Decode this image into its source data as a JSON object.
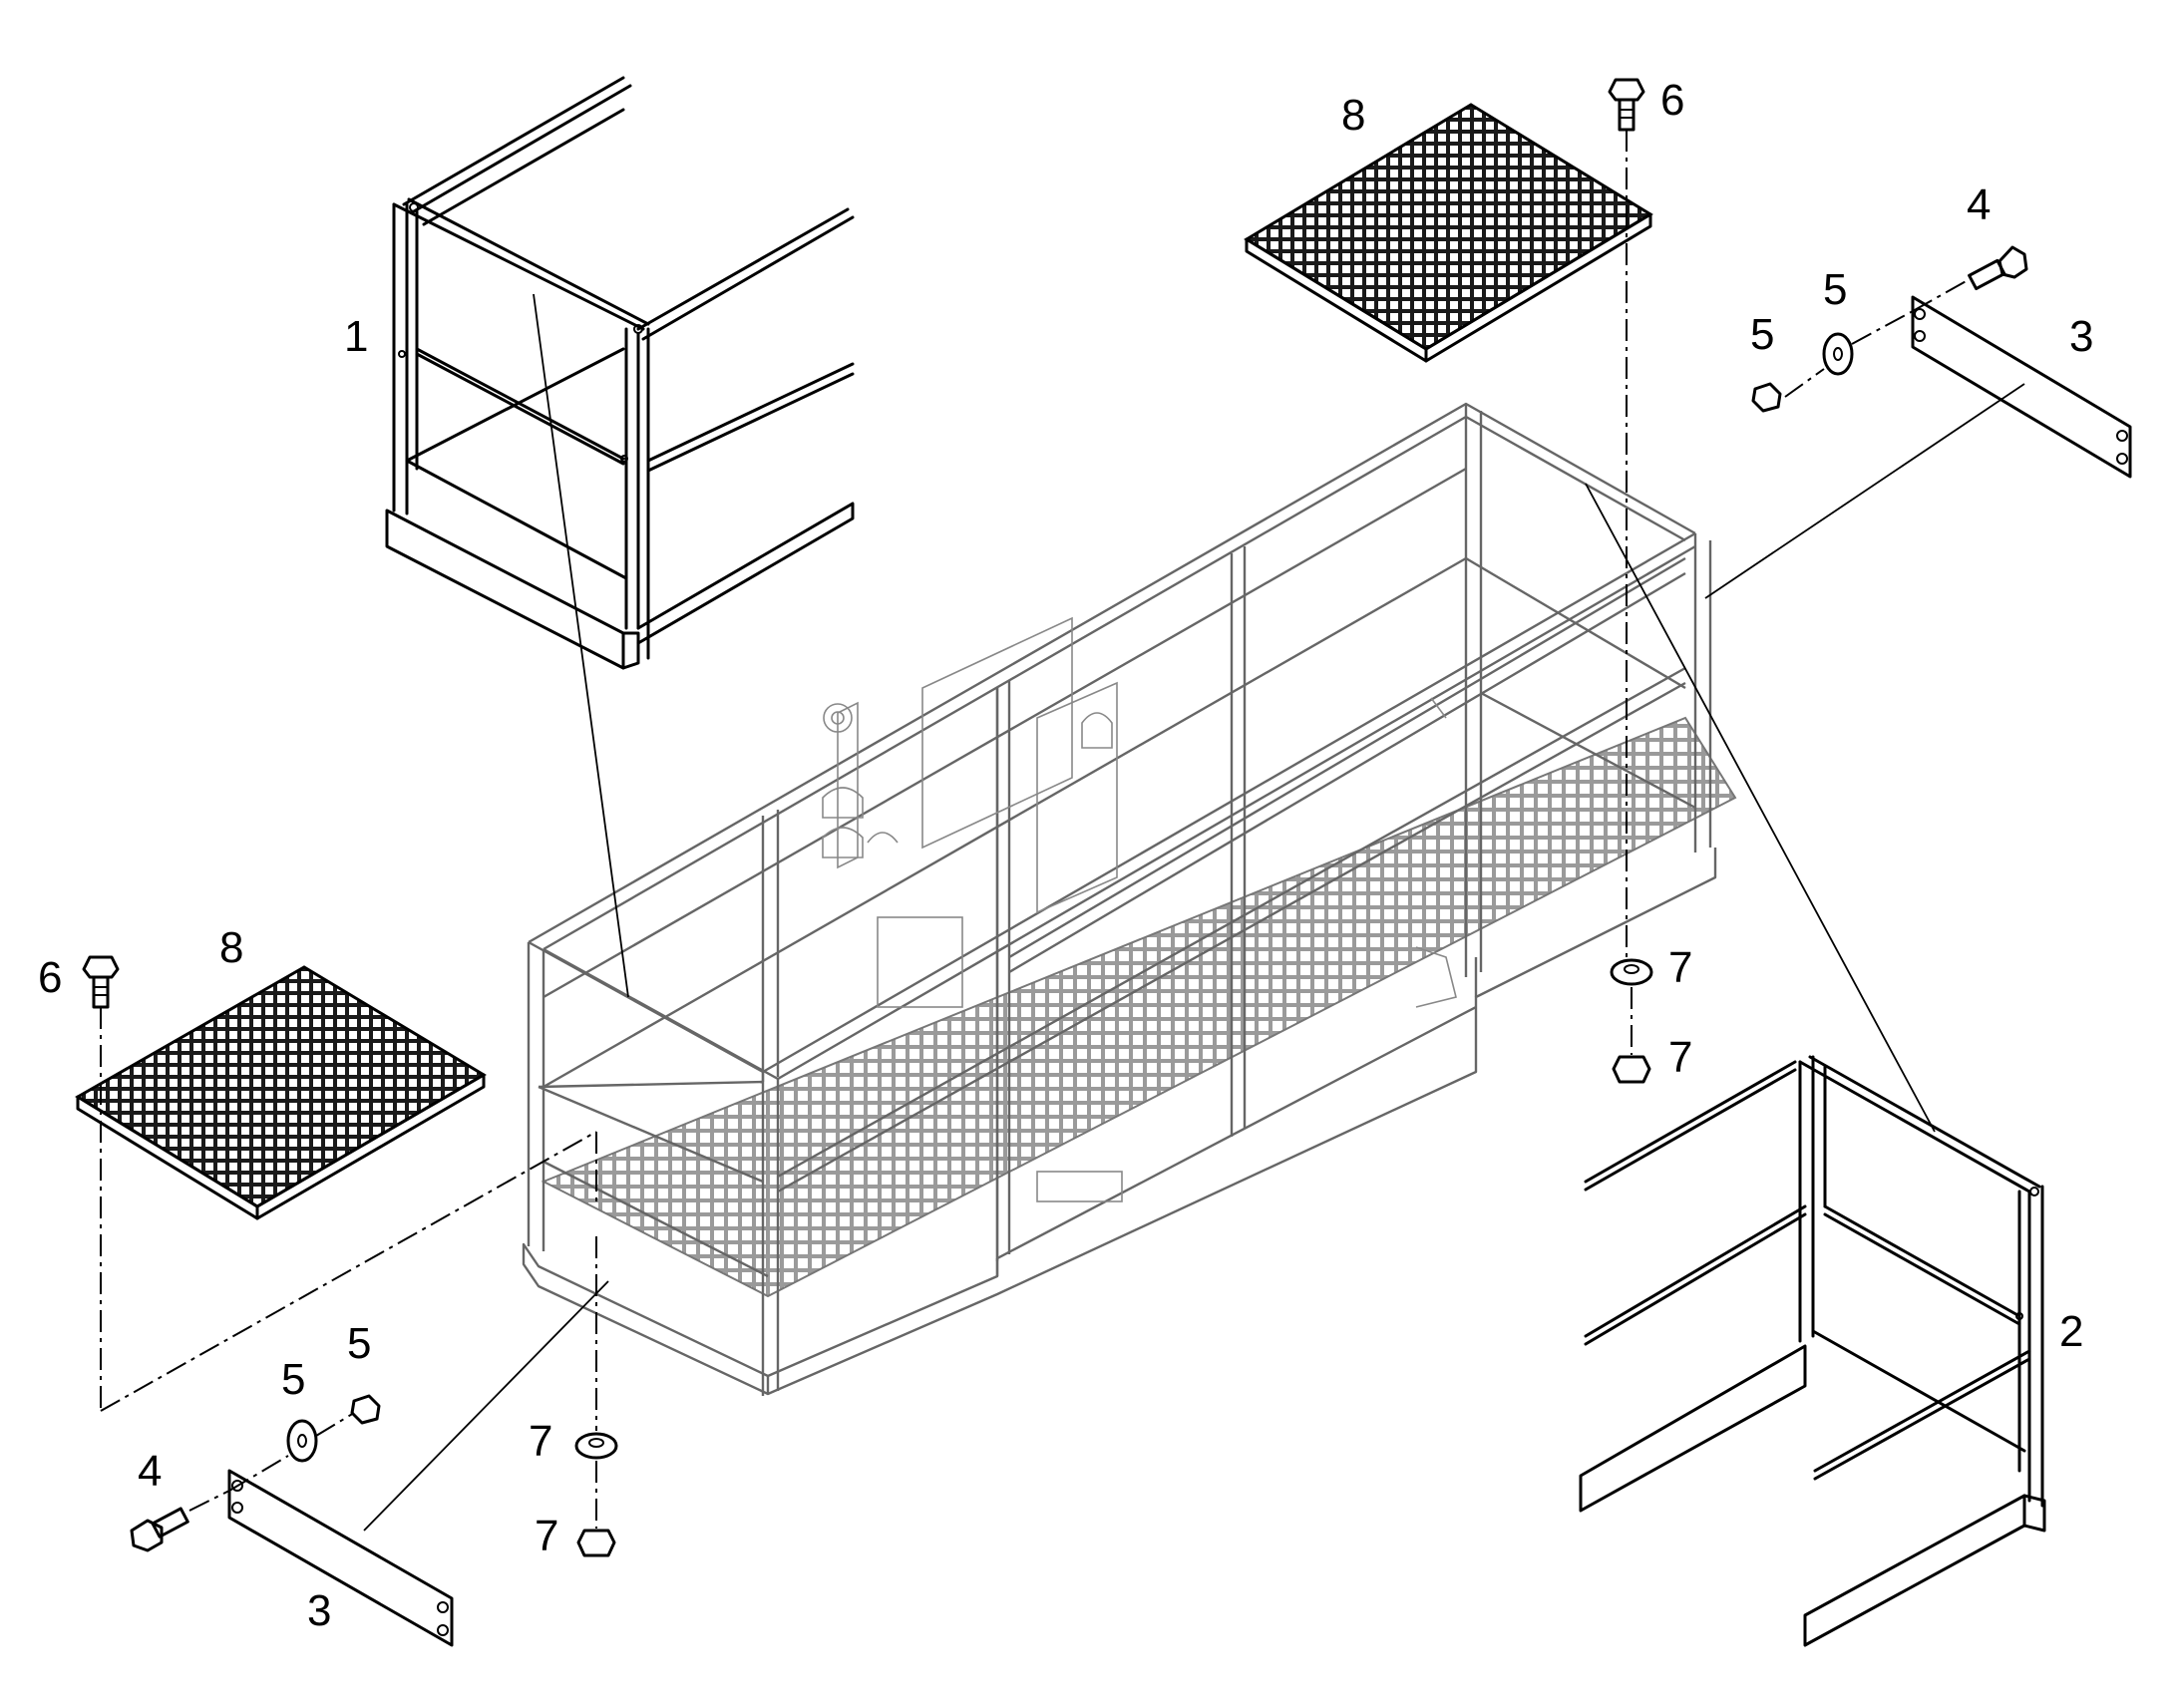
{
  "callouts": {
    "item_1": "1",
    "item_2": "2",
    "item_3_left": "3",
    "item_3_right": "3",
    "item_4_left": "4",
    "item_4_right": "4",
    "item_5_left_a": "5",
    "item_5_left_b": "5",
    "item_5_right_a": "5",
    "item_5_right_b": "5",
    "item_6_left": "6",
    "item_6_right": "6",
    "item_7_left_a": "7",
    "item_7_left_b": "7",
    "item_7_right_a": "7",
    "item_7_right_b": "7",
    "item_8_left": "8",
    "item_8_right": "8"
  },
  "colors": {
    "line": "#000000",
    "platform_line": "#666666",
    "grating_fill": "#1a1a1a",
    "background": "#ffffff"
  }
}
